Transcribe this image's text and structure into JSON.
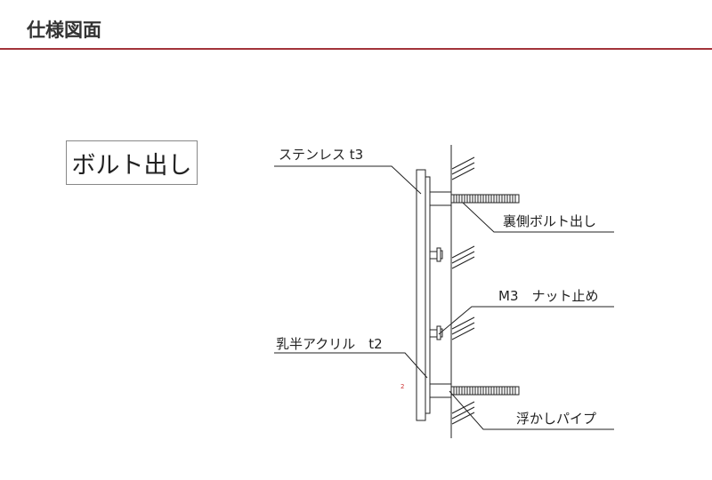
{
  "header": {
    "title": "仕様図面",
    "accent_color": "#a2333a"
  },
  "diagram": {
    "heading": "ボルト出し",
    "labels": {
      "stainless": "ステンレス t3",
      "back_bolt": "裏側ボルト出し",
      "nut": "M3　ナット止め",
      "acrylic": "乳半アクリル　t2",
      "pipe": "浮かしパイプ",
      "marker": "2"
    }
  }
}
